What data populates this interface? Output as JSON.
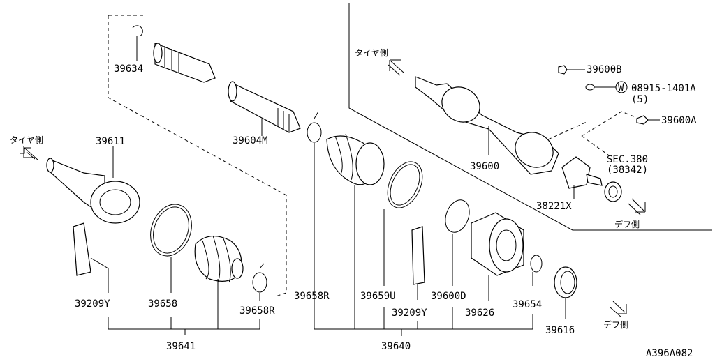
{
  "labels": {
    "p39634": "39634",
    "p39604M": "39604M",
    "p39611": "39611",
    "p39209Y_left": "39209Y",
    "p39658_left": "39658",
    "p39658R_left": "39658R",
    "p39641": "39641",
    "p39658R_center": "39658R",
    "p39659U": "39659U",
    "p39209Y_center": "39209Y",
    "p39600D": "39600D",
    "p39626": "39626",
    "p39654": "39654",
    "p39616": "39616",
    "p39640": "39640",
    "p39600": "39600",
    "p39600B": "39600B",
    "p08915": "08915-1401A",
    "qty5": "(5)",
    "washer_mark": "W",
    "p39600A": "39600A",
    "sec380": "SEC.380",
    "p38342": "(38342)",
    "p38221X": "38221X",
    "diagram_code": "A396A082"
  },
  "direction_labels": {
    "tire_side_left": "タイヤ側",
    "tire_side_right": "タイヤ側",
    "diff_side_upper": "デフ側",
    "diff_side_lower": "デフ側"
  }
}
